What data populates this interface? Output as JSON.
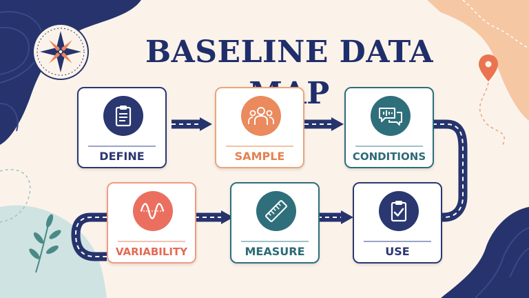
{
  "title": "BASELINE DATA MAP",
  "steps": [
    {
      "label": "DEFINE",
      "icon": "clipboard-icon",
      "color": "#2a3770"
    },
    {
      "label": "SAMPLE",
      "icon": "people-group-icon",
      "color": "#ea8a5d"
    },
    {
      "label": "CONDITIONS",
      "icon": "speech-bubbles-icon",
      "color": "#2f6f7b"
    },
    {
      "label": "USE",
      "icon": "checklist-icon",
      "color": "#2a3770"
    },
    {
      "label": "MEASURE",
      "icon": "ruler-icon",
      "color": "#2f6f7b"
    },
    {
      "label": "VARIABILITY",
      "icon": "sine-wave-icon",
      "color": "#eb6f5f"
    }
  ],
  "decorations": [
    "compass-rose-icon",
    "map-pin-icon",
    "leaf-sprig-icon"
  ],
  "colors": {
    "navy": "#2a3770",
    "orange": "#ea8a5d",
    "teal": "#2f6f7b",
    "salmon": "#eb6f5f",
    "background": "#fbf3ea"
  }
}
